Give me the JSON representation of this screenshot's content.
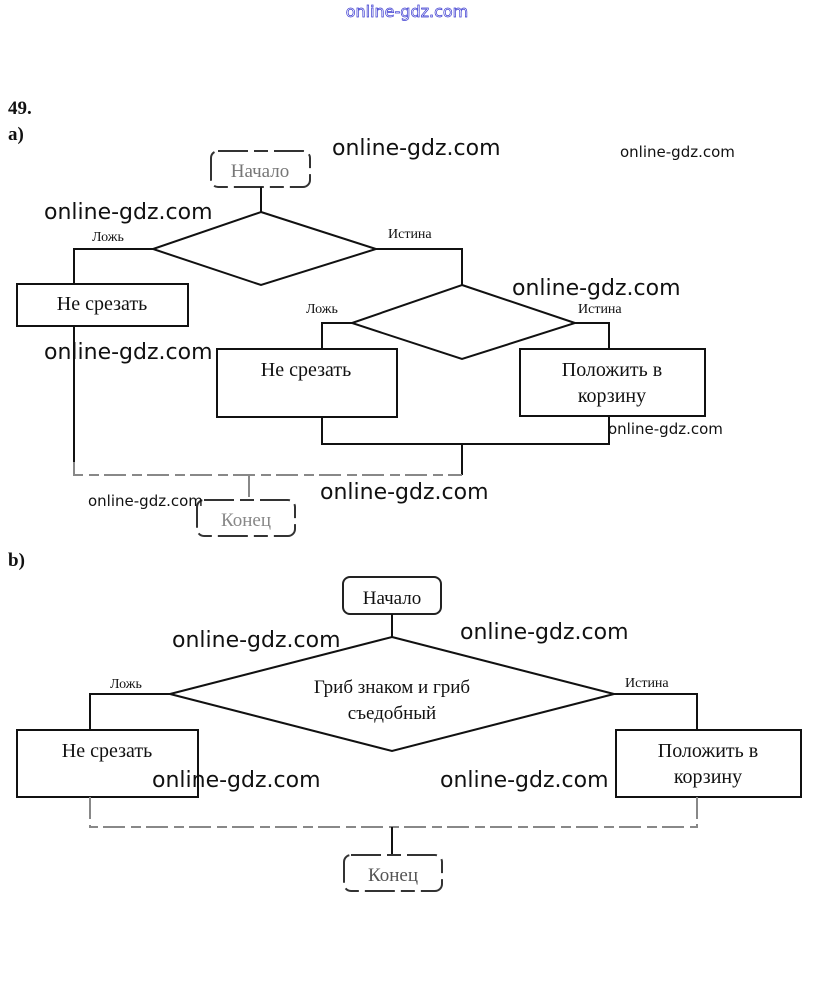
{
  "header_watermark": "online-gdz.com",
  "problem_number": "49.",
  "watermark": "online-gdz.com",
  "part_a": {
    "label": "a)",
    "start": "Начало",
    "end": "Конец",
    "decision1": {
      "text": "",
      "false_label": "Ложь",
      "true_label": "Истина"
    },
    "decision2": {
      "text": "",
      "false_label": "Ложь",
      "true_label": "Истина"
    },
    "action_outer_false": "Не срезать",
    "action_inner_false": "Не срезать",
    "action_inner_true_line1": "Положить в",
    "action_inner_true_line2": "корзину"
  },
  "part_b": {
    "label": "b)",
    "start": "Начало",
    "end": "Конец",
    "decision": {
      "line1": "Гриб знаком и гриб",
      "line2": "съедобный",
      "false_label": "Ложь",
      "true_label": "Истина"
    },
    "action_false": "Не срезать",
    "action_true_line1": "Положить в",
    "action_true_line2": "корзину"
  }
}
